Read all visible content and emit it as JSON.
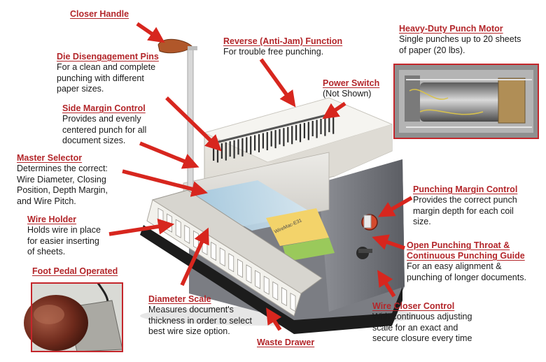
{
  "callouts": {
    "closer_handle": {
      "title": "Closer Handle",
      "body": ""
    },
    "reverse": {
      "title": "Reverse (Anti-Jam) Function",
      "body": "For trouble free punching."
    },
    "motor": {
      "title": "Heavy-Duty Punch Motor",
      "body": "Single punches up to 20 sheets\nof paper (20 lbs)."
    },
    "die_pins": {
      "title": "Die Disengagement Pins",
      "body": "For a clean and complete\npunching with different\npaper sizes."
    },
    "power": {
      "title": "Power Switch",
      "body": "(Not Shown)"
    },
    "side_margin": {
      "title": "Side Margin Control",
      "body": "Provides and evenly\ncentered punch for all\ndocument sizes."
    },
    "master": {
      "title": "Master Selector",
      "body": "Determines the correct:\nWire Diameter, Closing\nPosition, Depth Margin,\nand Wire Pitch."
    },
    "punch_margin": {
      "title": "Punching Margin Control",
      "body": "Provides the correct punch\nmargin depth for each coil\nsize."
    },
    "wire_holder": {
      "title": "Wire Holder",
      "body": "Holds wire in place\nfor easier inserting\nof sheets."
    },
    "throat": {
      "title": "Open Punching Throat &\nContinuous Punching Guide",
      "body": "For an easy alignment &\npunching of longer documents."
    },
    "foot_pedal": {
      "title": "Foot Pedal Operated",
      "body": ""
    },
    "diameter": {
      "title": "Diameter Scale",
      "body": "Measures document's\nthickness in order to select\nbest wire size option."
    },
    "closer_control": {
      "title": "Wire Closer Control",
      "body": "With continuous adjusting\nscale for an exact and\nsecure closure every time"
    },
    "waste": {
      "title": "Waste Drawer",
      "body": ""
    }
  },
  "machine": {
    "label": "WireMac-E31"
  },
  "colors": {
    "accent": "#c4262b",
    "arrow": "#d7261e",
    "title": "#b3262a",
    "body": "#1a1a1a"
  }
}
